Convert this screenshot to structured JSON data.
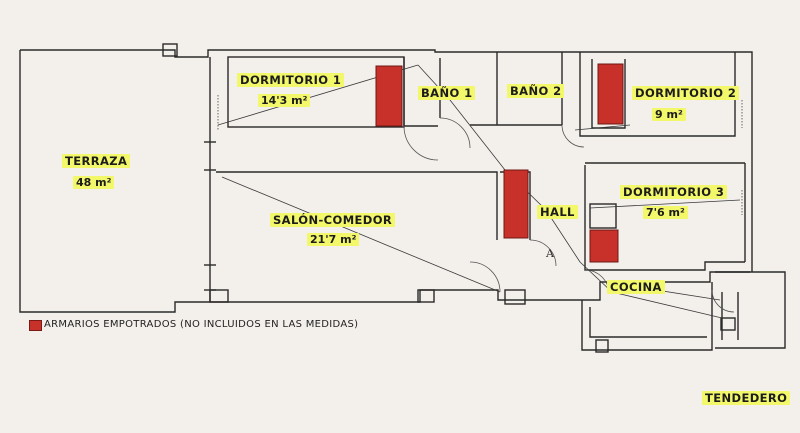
{
  "rooms": {
    "dormitorio1": {
      "name": "DORMITORIO 1",
      "area": "14'3 m²"
    },
    "bano1": {
      "name": "BAÑO 1"
    },
    "bano2": {
      "name": "BAÑO 2"
    },
    "dormitorio2": {
      "name": "DORMITORIO 2",
      "area": "9 m²"
    },
    "terraza": {
      "name": "TERRAZA",
      "area": "48 m²"
    },
    "salon": {
      "name": "SALÓN-COMEDOR",
      "area": "21'7 m²"
    },
    "hall": {
      "name": "HALL"
    },
    "dormitorio3": {
      "name": "DORMITORIO 3",
      "area": "7'6 m²"
    },
    "cocina": {
      "name": "COCINA"
    },
    "tendedero": {
      "name": "TENDEDERO"
    }
  },
  "legend": {
    "text": "ARMARIOS EMPOTRADOS (NO INCLUIDOS EN LAS MEDIDAS)"
  },
  "marks": {
    "a": "A"
  },
  "colors": {
    "wardrobe": "#c8302a",
    "highlight": "#f3f76a",
    "wall": "#2a2a2a"
  }
}
